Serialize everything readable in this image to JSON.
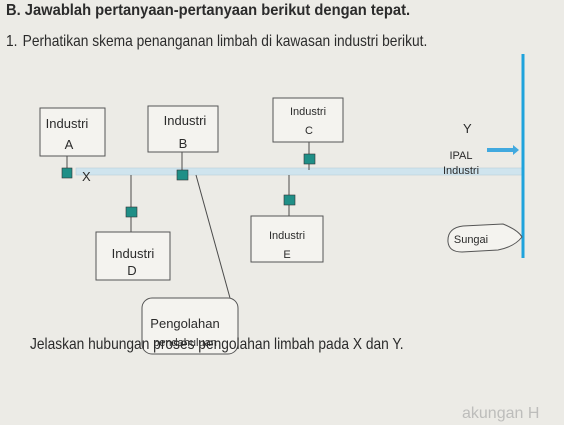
{
  "heading": "B. Jawablah pertanyaan-pertanyaan berikut dengan tepat.",
  "question1": {
    "number": "1.",
    "text": "Perhatikan skema penanganan limbah di kawasan industri berikut."
  },
  "diagram": {
    "industri_a": {
      "line1": "Industri",
      "line2": "A"
    },
    "industri_b": {
      "line1": "Industri",
      "line2": "B"
    },
    "industri_c": {
      "line1": "Industri",
      "line2": "C"
    },
    "industri_d": {
      "line1": "Industri",
      "line2": "D"
    },
    "industri_e": {
      "line1": "Industri",
      "line2": "E"
    },
    "label_x": "X",
    "label_y": "Y",
    "ipal": {
      "line1": "IPAL",
      "line2": "Industri"
    },
    "sungai": "Sungai",
    "pengolahan": {
      "line1": "Pengolahan",
      "line2": "pendahuluan"
    }
  },
  "question_text": "Jelaskan hubungan proses pengolahan limbah pada X dan Y.",
  "footer_text": "akungan H",
  "colors": {
    "pipe": "#cfe4ee",
    "blue_line": "#1fa3dc",
    "teal_node": "#1f8f87",
    "arrow": "#41a9df"
  }
}
